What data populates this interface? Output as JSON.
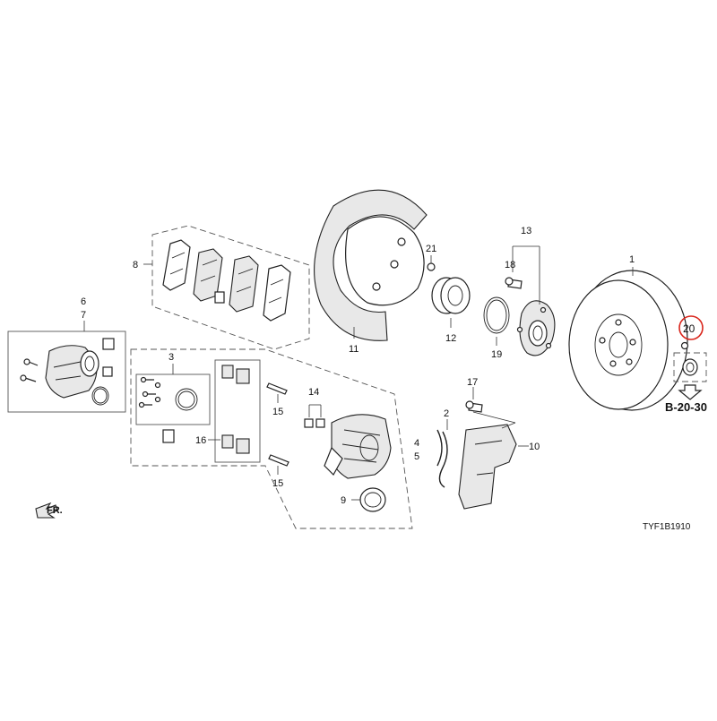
{
  "diagram": {
    "code": "TYF1B1910",
    "front_label": "FR.",
    "reference": "B-20-30",
    "highlight_color": "#d9261c",
    "callouts": {
      "c1": "1",
      "c2": "2",
      "c3": "3",
      "c4": "4",
      "c5": "5",
      "c6": "6",
      "c7": "7",
      "c8": "8",
      "c9": "9",
      "c10": "10",
      "c11": "11",
      "c12": "12",
      "c13": "13",
      "c14": "14",
      "c15a": "15",
      "c15b": "15",
      "c16": "16",
      "c17": "17",
      "c18": "18",
      "c19": "19",
      "c20": "20",
      "c21": "21"
    }
  }
}
